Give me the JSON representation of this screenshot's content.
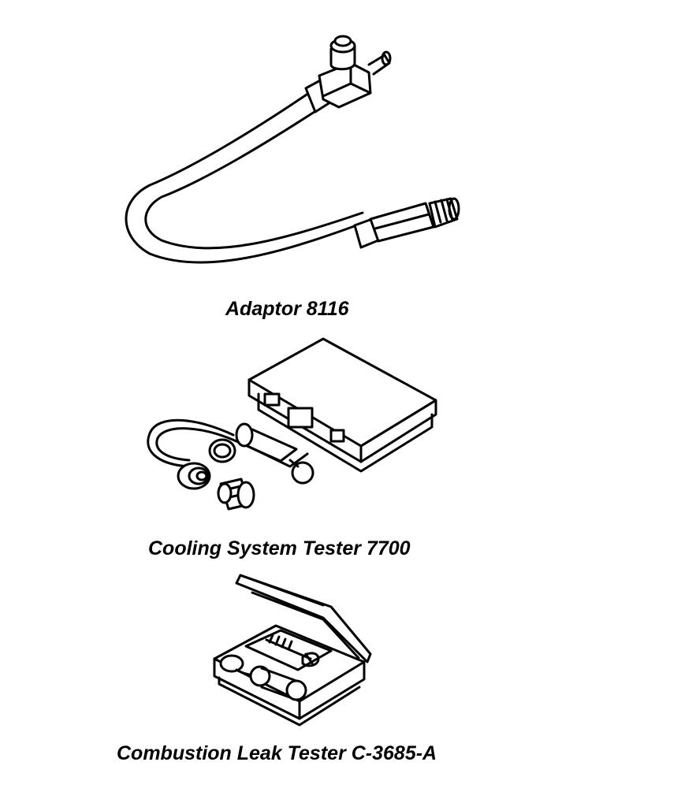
{
  "figures": [
    {
      "caption": "Adaptor 8116",
      "icon": "adaptor-hose-icon"
    },
    {
      "caption": "Cooling System Tester 7700",
      "icon": "cooling-system-tester-icon"
    },
    {
      "caption": "Combustion Leak Tester C-3685-A",
      "icon": "combustion-leak-tester-icon"
    }
  ],
  "colors": {
    "line": "#000000",
    "background": "#ffffff"
  }
}
